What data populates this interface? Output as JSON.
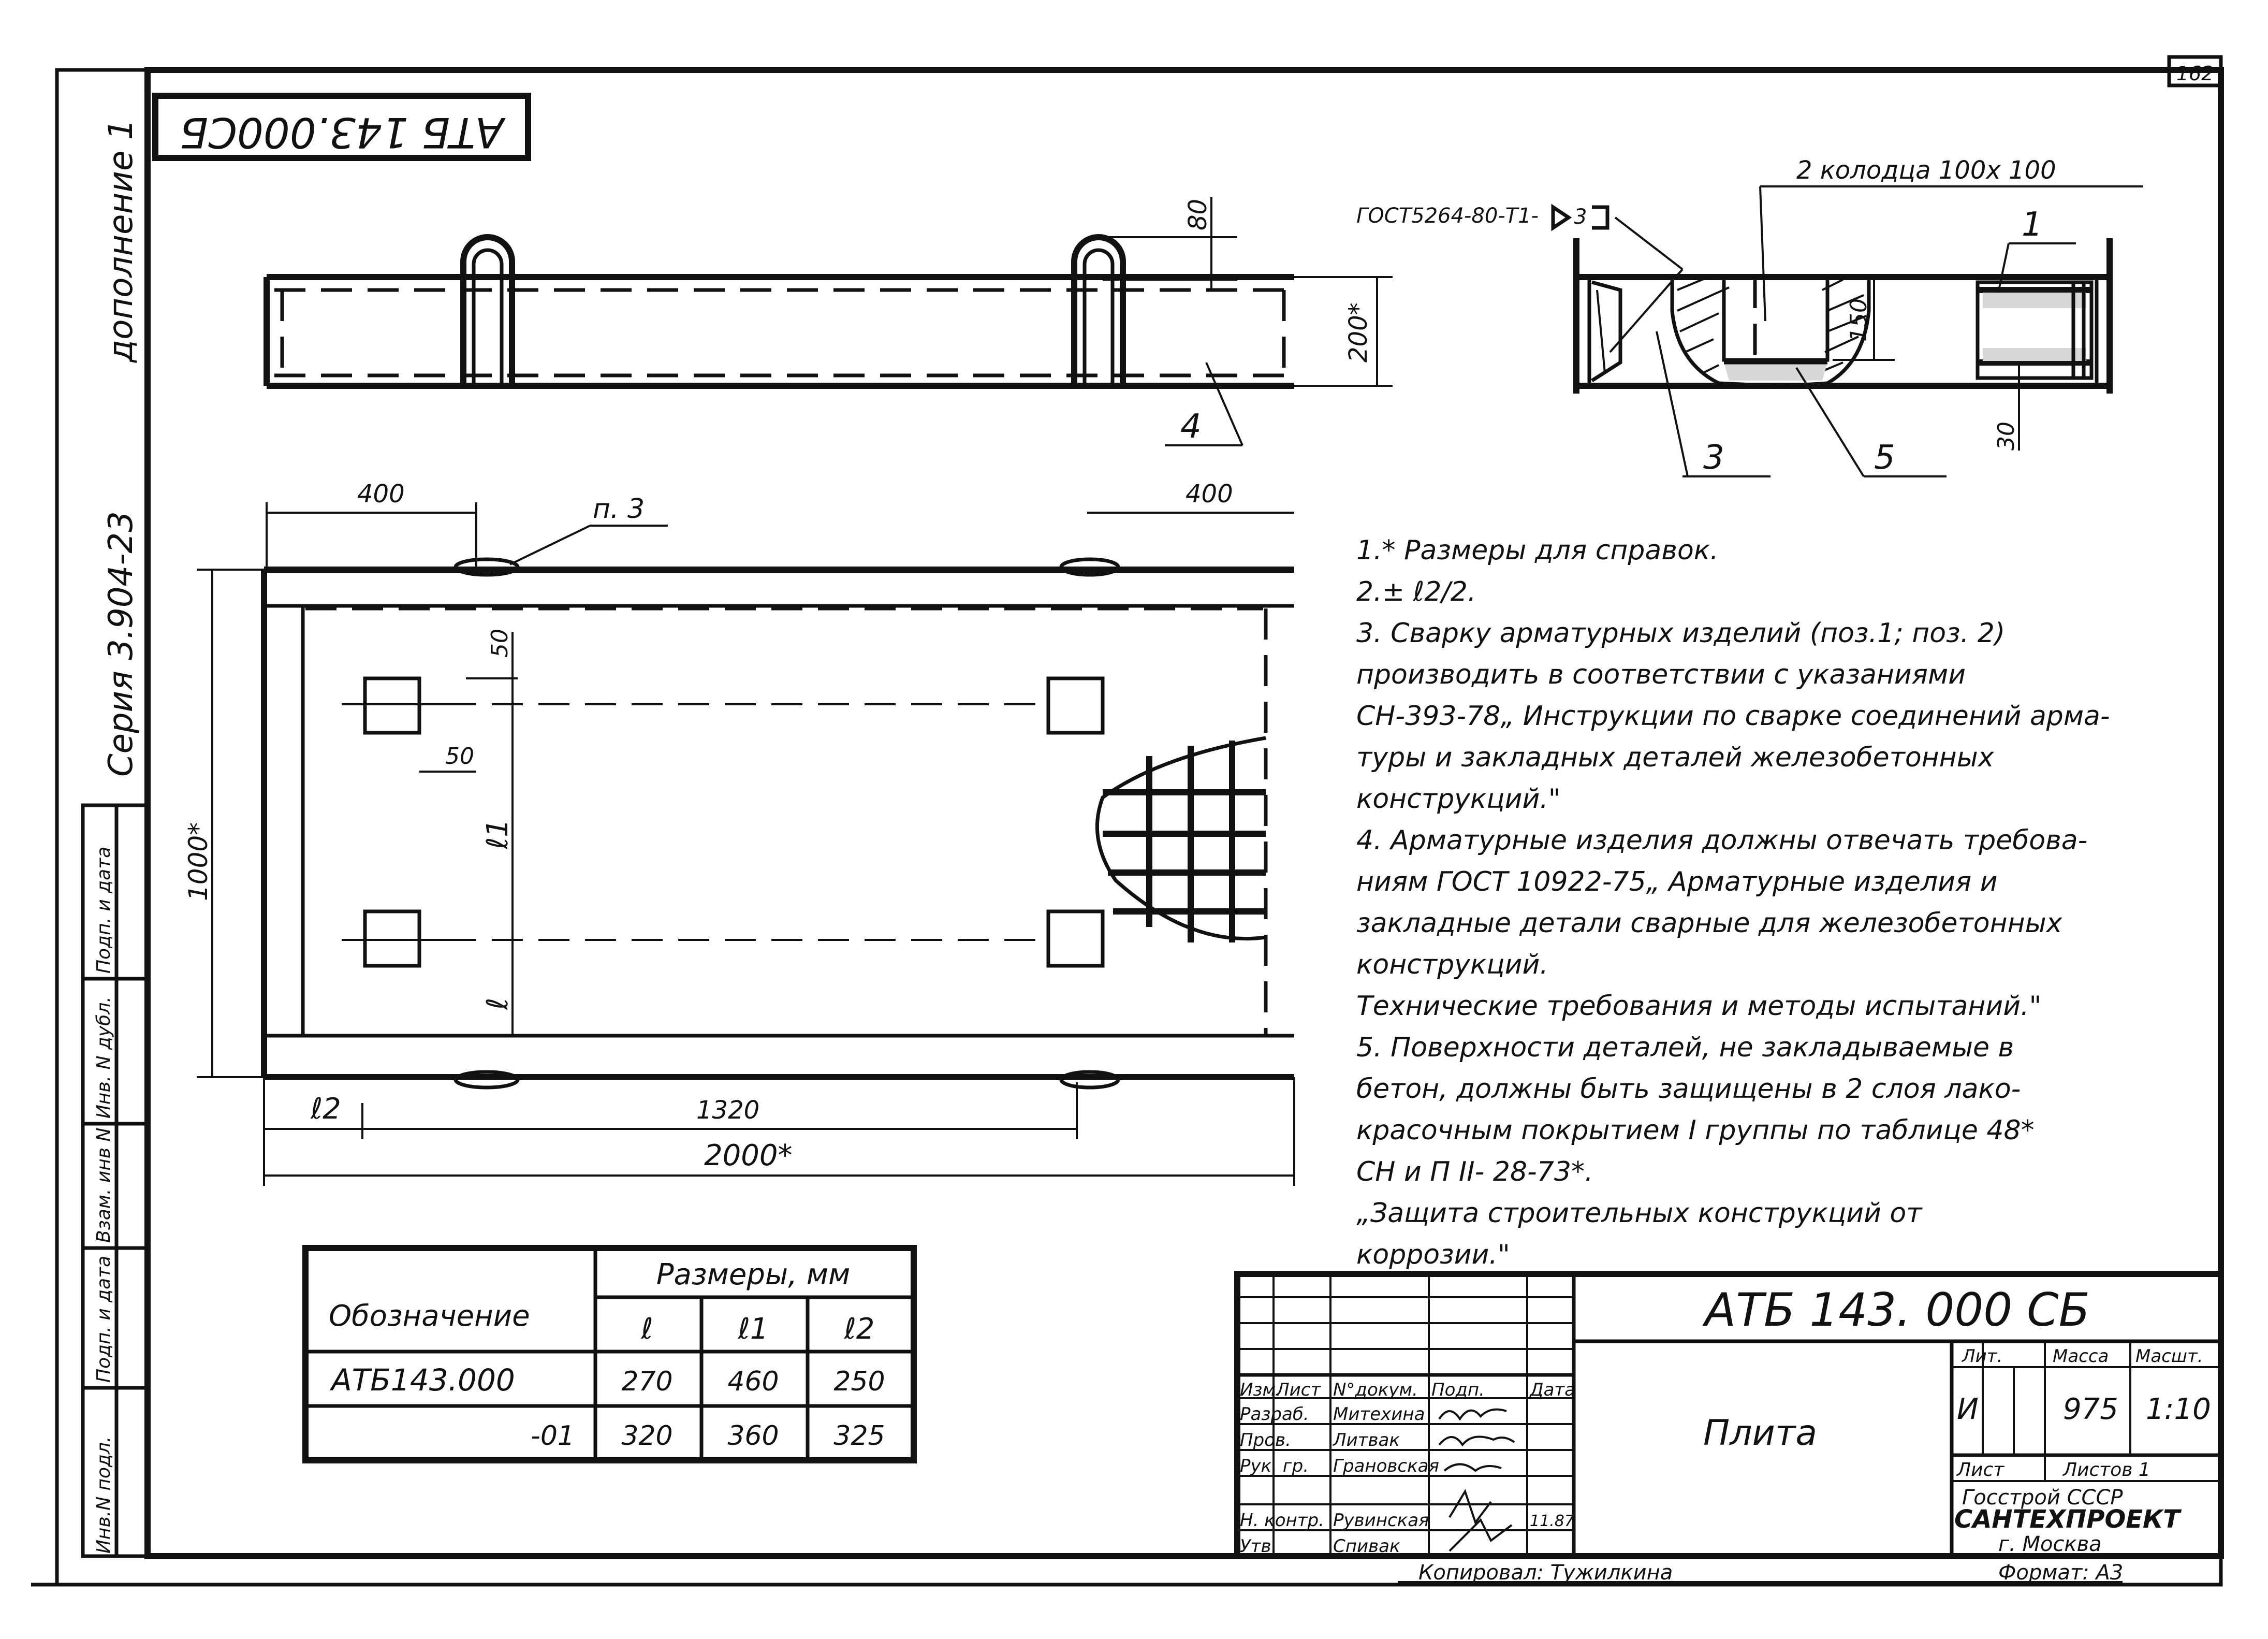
{
  "sheet": {
    "page_number": "162",
    "code_top_mirrored": "АТБ 143.000СБ",
    "addendum": "дополнение 1",
    "series": "Серия 3.904-23",
    "copied_by": "Копировал: Тужилкина",
    "format": "Формат: А3"
  },
  "left_stamp": {
    "fields": [
      "Инв.N подл.",
      "Подп. и дата",
      "Взам. инв N",
      "Инв. N дубл.",
      "Подп. и дата"
    ]
  },
  "top_view": {
    "dim_80": "80",
    "dim_200": "200*",
    "leader_4": "4"
  },
  "section_view": {
    "weld_gost": "ГОСТ5264-80-Т1-",
    "weld_size": "3",
    "dim_label": "2 колодца 100х 100",
    "dim_150": "150",
    "dim_30": "30",
    "leader_1": "1",
    "leader_3": "3",
    "leader_5": "5"
  },
  "plan_view": {
    "dim_400_left": "400",
    "dim_400_right": "400",
    "item_p3": "п. 3",
    "dim_50_v": "50",
    "dim_50_h": "50",
    "dim_l1": "ℓ1",
    "dim_l": "ℓ",
    "dim_1000": "1000*",
    "dim_l2": "ℓ2",
    "dim_1320": "1320",
    "dim_2000": "2000*"
  },
  "notes": [
    "1.* Размеры для справок.",
    "2.± ℓ2/2.",
    "3. Сварку арматурных изделий (поз.1; поз. 2)",
    "производить в соответствии с указаниями",
    "СН-393-78„ Инструкции по сварке соединений арма-",
    "туры и закладных деталей железобетонных",
    "конструкций.\"",
    "4. Арматурные изделия должны отвечать требова-",
    "ниям ГОСТ 10922-75„ Арматурные изделия и",
    "закладные детали сварные для железобетонных",
    "конструкций.",
    "Технические требования и методы испытаний.\"",
    "5. Поверхности деталей, не закладываемые в",
    "бетон, должны быть защищены в 2 слоя лако-",
    "красочным покрытием I группы по таблице 48*",
    "СН и П II- 28-73*.",
    "„Защита строительных конструкций от",
    "коррозии.\""
  ],
  "dim_table": {
    "header_designation": "Обозначение",
    "header_sizes": "Размеры, мм",
    "cols": [
      "ℓ",
      "ℓ1",
      "ℓ2"
    ],
    "rows": [
      {
        "designation": "АТБ143.000",
        "values": [
          "270",
          "460",
          "250"
        ]
      },
      {
        "designation": "-01",
        "values": [
          "320",
          "360",
          "325"
        ]
      }
    ]
  },
  "title_block": {
    "code": "АТБ 143. 000 СБ",
    "name": "Плита",
    "header_cells": [
      "Изм.",
      "Лист",
      "N°докум.",
      "Подп.",
      "Дата"
    ],
    "roles": [
      {
        "role": "Разраб.",
        "person": "Митехина"
      },
      {
        "role": "Пров.",
        "person": "Литвак"
      },
      {
        "role": "Рук. гр.",
        "person": "Грановская"
      },
      {
        "role": "Н. контр.",
        "person": "Рувинская"
      },
      {
        "role": "Утв.",
        "person": "Спивак"
      }
    ],
    "date_value": "11.87",
    "lit_label": "Лит.",
    "mass_label": "Масса",
    "scale_label": "Масшт.",
    "lit_value": "И",
    "mass_value": "975",
    "scale_value": "1:10",
    "sheet_label": "Лист",
    "sheets_label": "Листов 1",
    "org1": "Госстрой СССР",
    "org2": "САНТЕХПРОЕКТ",
    "org3": "г. Москва"
  }
}
